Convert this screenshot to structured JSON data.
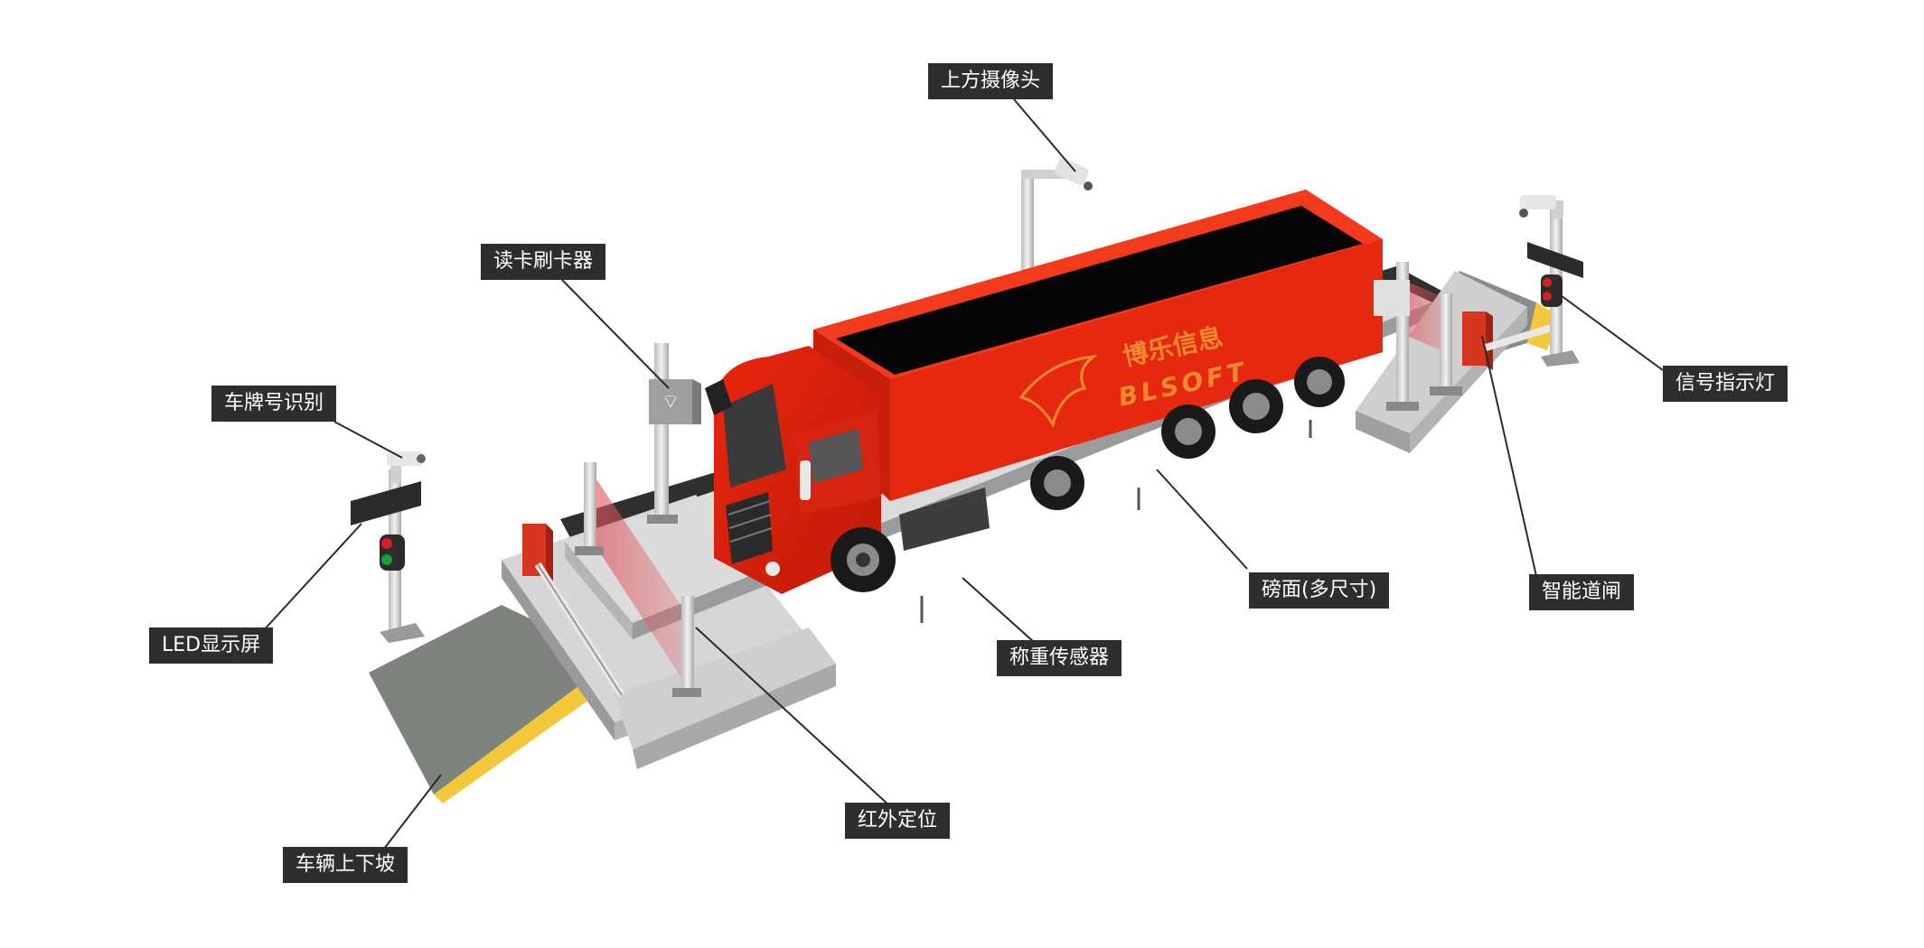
{
  "labels": {
    "top_camera": "上方摄像头",
    "card_reader": "读卡刷卡器",
    "plate_recognition": "车牌号识别",
    "led_display": "LED显示屏",
    "signal_light": "信号指示灯",
    "platform": "磅面(多尺寸)",
    "smart_gate": "智能道闸",
    "load_sensor": "称重传感器",
    "infrared": "红外定位",
    "ramp": "车辆上下坡"
  },
  "truck": {
    "brand_cn": "博乐信息",
    "brand_en": "BLSOFT"
  },
  "colors": {
    "truck_red": "#e8260f",
    "cargo_top": "#050505",
    "platform": "#d9d9d9",
    "ramp": "#7e837d",
    "ramp_edge": "#f5c73a",
    "label_bg": "#2e2e2e"
  }
}
